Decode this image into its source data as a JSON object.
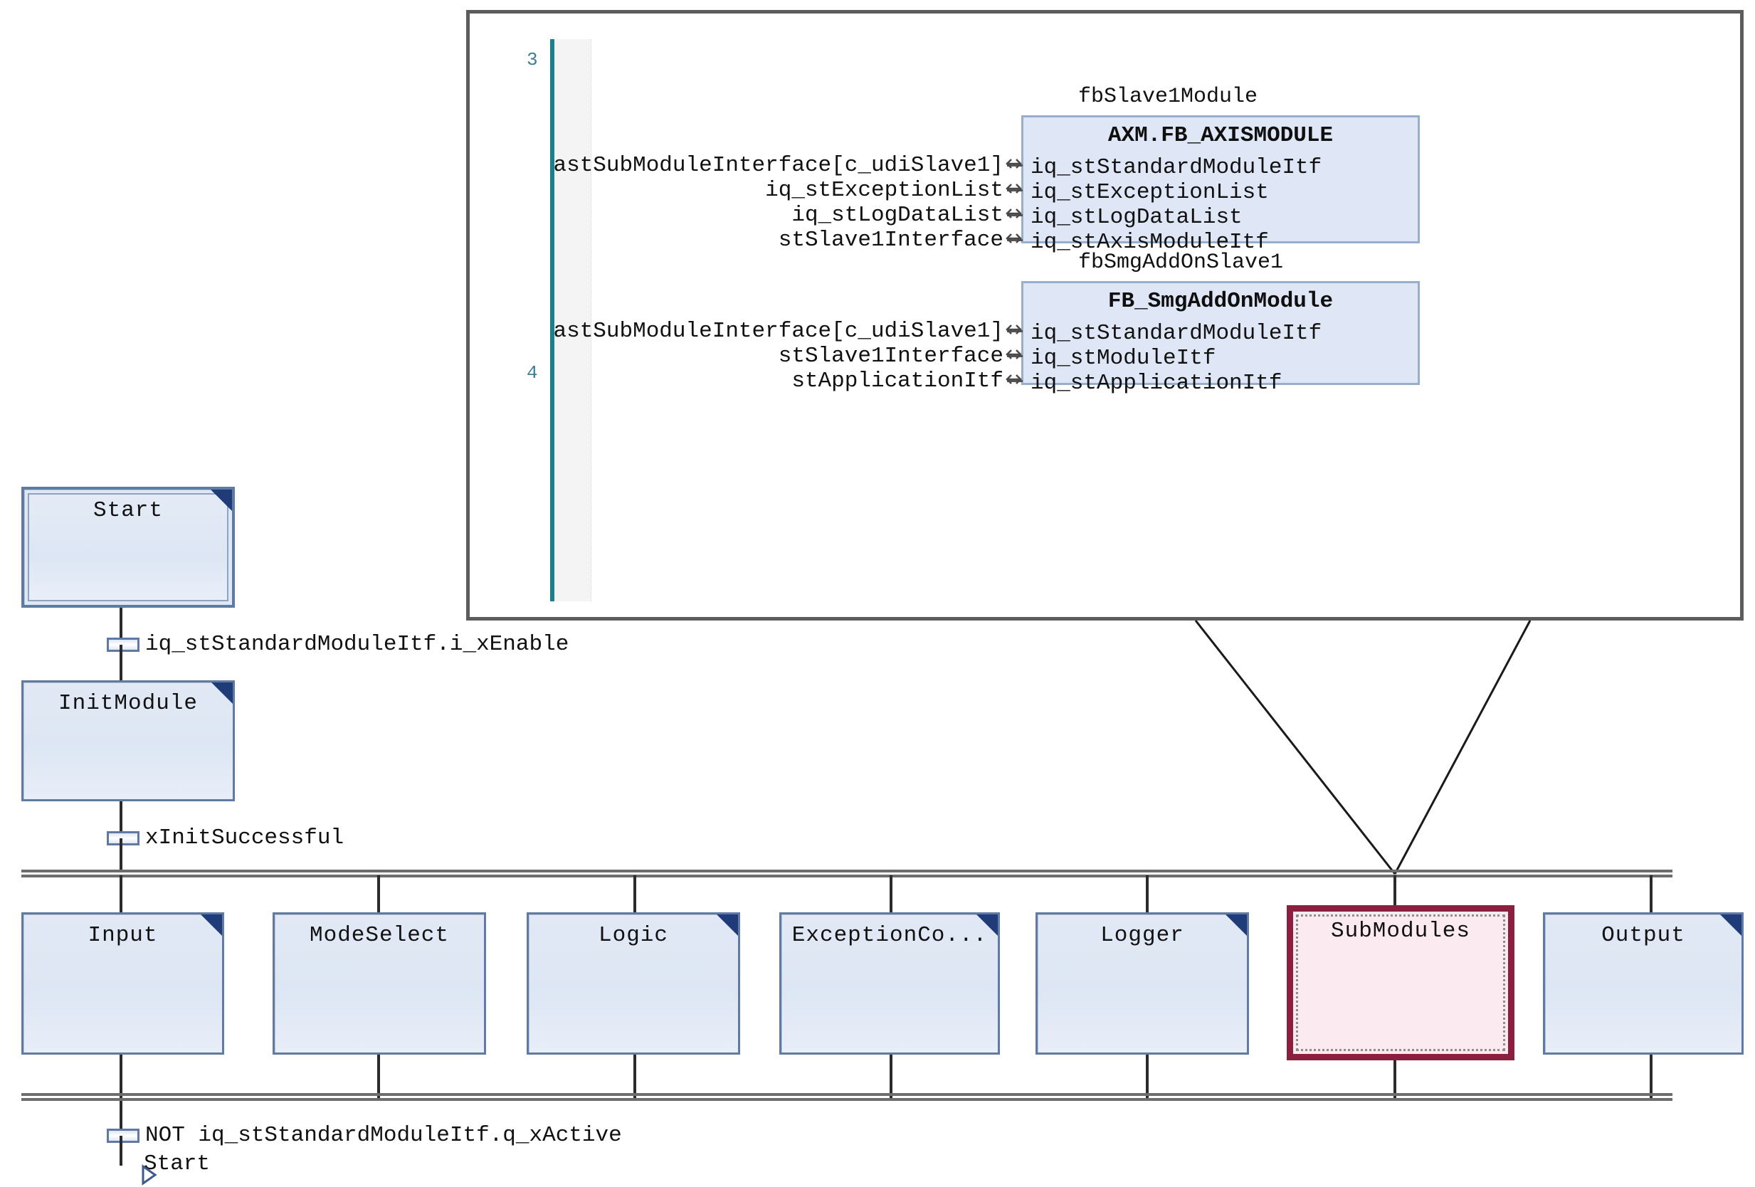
{
  "diagram": {
    "title": "SFC module sequence with SubModules action editor callout",
    "accent_selected": "#8b1f40",
    "accent_step_border": "#5f7ba3",
    "accent_step_fill": "#dfe7f4",
    "accent_action_corner": "#1f3c78",
    "accent_gutter": "#17808c"
  },
  "sfc": {
    "initial_step": {
      "name": "Start",
      "has_action": true,
      "initial": true
    },
    "transition_1": {
      "label": "iq_stStandardModuleItf.i_xEnable"
    },
    "step_init": {
      "name": "InitModule",
      "has_action": true
    },
    "transition_2": {
      "label": "xInitSuccessful"
    },
    "parallel_steps": [
      {
        "name": "Input",
        "has_action": true,
        "selected": false
      },
      {
        "name": "ModeSelect",
        "has_action": false,
        "selected": false
      },
      {
        "name": "Logic",
        "has_action": true,
        "selected": false
      },
      {
        "name": "ExceptionCo...",
        "has_action": true,
        "selected": false
      },
      {
        "name": "Logger",
        "has_action": true,
        "selected": false
      },
      {
        "name": "SubModules",
        "has_action": false,
        "selected": true
      },
      {
        "name": "Output",
        "has_action": true,
        "selected": false
      }
    ],
    "transition_3": {
      "label": "NOT iq_stStandardModuleItf.q_xActive"
    },
    "jump": {
      "target": "Start"
    }
  },
  "editor": {
    "line_numbers": [
      "3",
      "4"
    ],
    "blocks": [
      {
        "instance_name": "fbSlave1Module",
        "type_name": "AXM.FB_AXISMODULE",
        "ports": [
          {
            "arg": "astSubModuleInterface[c_udiSlave1]",
            "name": "iq_stStandardModuleItf"
          },
          {
            "arg": "iq_stExceptionList",
            "name": "iq_stExceptionList"
          },
          {
            "arg": "iq_stLogDataList",
            "name": "iq_stLogDataList"
          },
          {
            "arg": "stSlave1Interface",
            "name": "iq_stAxisModuleItf"
          }
        ]
      },
      {
        "instance_name": "fbSmgAddOnSlave1",
        "type_name": "FB_SmgAddOnModule",
        "ports": [
          {
            "arg": "astSubModuleInterface[c_udiSlave1]",
            "name": "iq_stStandardModuleItf"
          },
          {
            "arg": "stSlave1Interface",
            "name": "iq_stModuleItf"
          },
          {
            "arg": "stApplicationItf",
            "name": "iq_stApplicationItf"
          }
        ]
      }
    ]
  }
}
